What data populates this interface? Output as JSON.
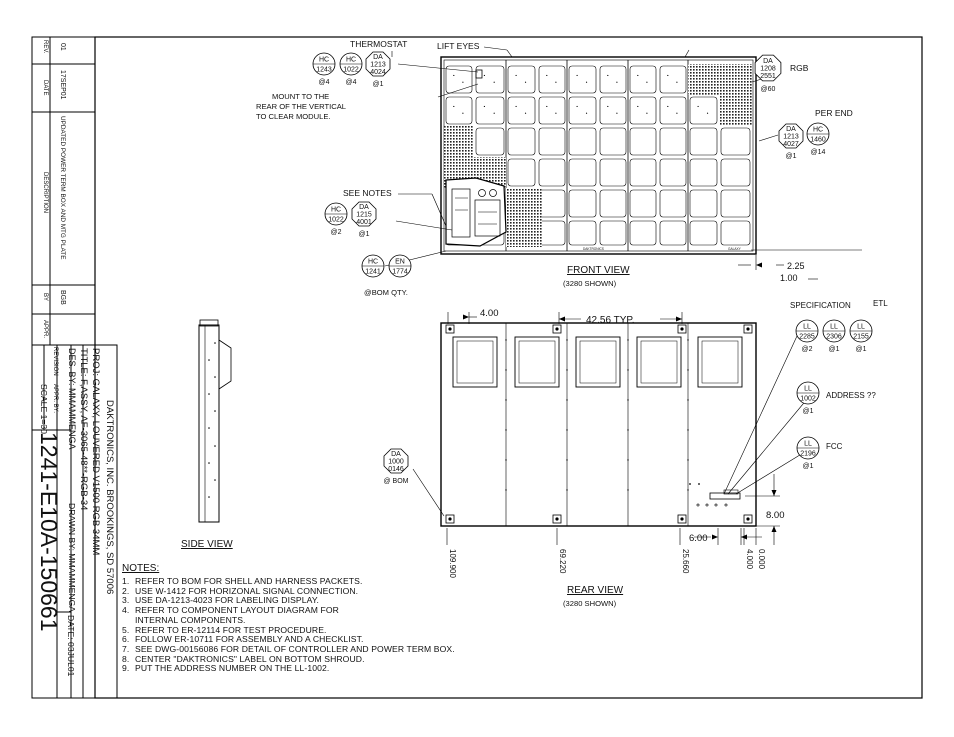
{
  "revision_block": {
    "headers": {
      "rev": "REV.",
      "date": "DATE",
      "description": "DESCRIPTION",
      "by": "BY",
      "appr": "APPR."
    },
    "row": {
      "rev": "01",
      "date": "17SEP01",
      "description": "UPDATED POWER TERM BOX AND MTG PLATE",
      "by": "BGB",
      "appr": ""
    }
  },
  "title_block": {
    "company": "DAKTRONICS, INC.  BROOKINGS, SD  57006",
    "proj": "PROJ:  GALAXY, LOUVERED V1500 RGB 34MM",
    "title": "TITLE:  F,ASSY, AF-3065-48**-RGB-34",
    "des_by": "DES. BY:  MMAMMENGA",
    "drawn_by": "DRAWN BY:  MMAMMENGA",
    "date": "DATE: 03JUL01",
    "revision_label": "REVISION",
    "appr_by": "APPR. BY:",
    "scale": "SCALE   1=30",
    "drawing_number": "1241-E10A-150661"
  },
  "front_view": {
    "label": "FRONT VIEW",
    "sub": "(3280 SHOWN)",
    "thermostat": "THERMOSTAT",
    "lift_eyes": "LIFT EYES",
    "mount_note": [
      "MOUNT TO THE",
      "REAR OF THE VERTICAL",
      "TO CLEAR MODULE."
    ],
    "see_notes": "SEE NOTES",
    "rgb": "RGB",
    "per_end": "PER END",
    "panel_text_left": "DAKTRONICS",
    "panel_text_right": "GALAXY",
    "dim_225": "2.25",
    "dim_100": "1.00",
    "bom_qty": "@BOM QTY."
  },
  "balloons": {
    "hc1243": {
      "a": "HC",
      "b": "1243",
      "q": "@4"
    },
    "hc1022a": {
      "a": "HC",
      "b": "1022",
      "q": "@4"
    },
    "da1213_4024": {
      "a": "DA",
      "b": "1213",
      "c": "4024",
      "q": "@1"
    },
    "da1208": {
      "a": "DA",
      "b": "1208",
      "c": "2551",
      "q": "@60"
    },
    "da1213_4027": {
      "a": "DA",
      "b": "1213",
      "c": "4027",
      "q": "@1"
    },
    "hc1460": {
      "a": "HC",
      "b": "1460",
      "q": "@14"
    },
    "hc1022b": {
      "a": "HC",
      "b": "1022",
      "q": "@2"
    },
    "da1215": {
      "a": "DA",
      "b": "1215",
      "c": "4001",
      "q": "@1"
    },
    "hc1241": {
      "a": "HC",
      "b": "1241"
    },
    "en1774": {
      "a": "EN",
      "b": "1774"
    },
    "ll2285": {
      "a": "LL",
      "b": "2285",
      "q": "@2"
    },
    "ll2306": {
      "a": "LL",
      "b": "2306",
      "q": "@1"
    },
    "ll2155": {
      "a": "LL",
      "b": "2155",
      "q": "@1"
    },
    "ll1002": {
      "a": "LL",
      "b": "1002",
      "q": "@1"
    },
    "ll2196": {
      "a": "LL",
      "b": "2196",
      "q": "@1"
    },
    "da1000": {
      "a": "DA",
      "b": "1000",
      "c": "0146",
      "q": "@ BOM"
    }
  },
  "rear_view": {
    "label": "REAR VIEW",
    "sub": "(3280 SHOWN)",
    "dim_400": "4.00",
    "dim_4256": "42.56  TYP.",
    "specification": "SPECIFICATION",
    "etl": "ETL",
    "address": "ADDRESS ??",
    "fcc": "FCC",
    "dim_800": "8.00",
    "dim_600": "6.00",
    "x_dims": [
      "109.900",
      "69.220",
      "25.660",
      "4.000",
      "0.000"
    ]
  },
  "side_view": {
    "label": "SIDE VIEW"
  },
  "notes": {
    "title": "NOTES:",
    "items": [
      {
        "n": "1.",
        "t": "REFER TO BOM FOR SHELL AND HARNESS PACKETS."
      },
      {
        "n": "2.",
        "t": "USE W-1412 FOR HORIZONAL SIGNAL CONNECTION."
      },
      {
        "n": "3.",
        "t": "USE DA-1213-4023 FOR LABELING DISPLAY."
      },
      {
        "n": "4.",
        "t": "REFER TO COMPONENT LAYOUT DIAGRAM FOR"
      },
      {
        "n": "",
        "t": "INTERNAL COMPONENTS."
      },
      {
        "n": "5.",
        "t": "REFER TO ER-12114 FOR TEST PROCEDURE."
      },
      {
        "n": "6.",
        "t": "FOLLOW ER-10711 FOR ASSEMBLY AND A CHECKLIST."
      },
      {
        "n": "7.",
        "t": "SEE DWG-00156086 FOR DETAIL OF CONTROLLER AND POWER TERM BOX."
      },
      {
        "n": "8.",
        "t": "CENTER \"DAKTRONICS\" LABEL ON BOTTOM SHROUD."
      },
      {
        "n": "9.",
        "t": "PUT THE ADDRESS NUMBER ON THE LL-1002."
      }
    ]
  }
}
